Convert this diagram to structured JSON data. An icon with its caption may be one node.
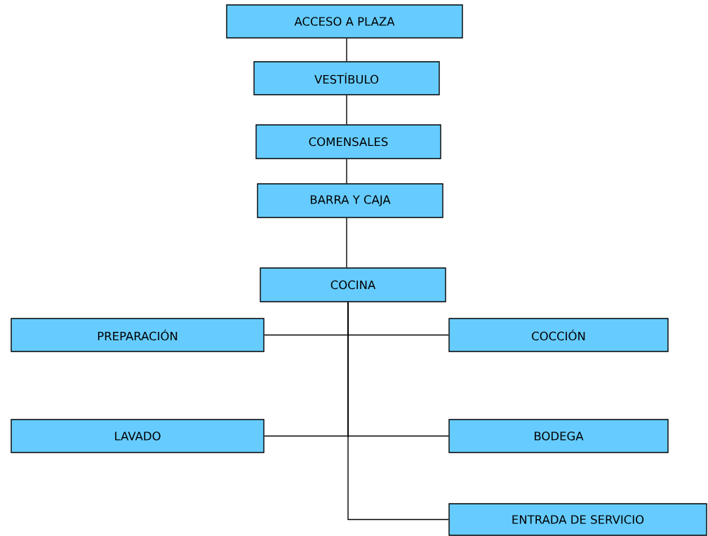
{
  "diagram": {
    "nodes": [
      {
        "text": [
          "ACCESO A PLAZA"
        ]
      },
      {
        "text": [
          "VESTÍBULO"
        ]
      },
      {
        "text": [
          "COMENSALES"
        ]
      },
      {
        "text": [
          "BARRA Y CAJA"
        ]
      },
      {
        "text": [
          "COCINA"
        ]
      },
      {
        "text": [
          "PREPARACIÓN"
        ]
      },
      {
        "text": [
          "COCCIÓN"
        ]
      },
      {
        "text": [
          "LAVADO"
        ]
      },
      {
        "text": [
          "BODEGA"
        ]
      },
      {
        "text": [
          "ENTRADA DE SERVICIO"
        ]
      }
    ],
    "edges": [
      {
        "from": 0,
        "to": 1,
        "arrow": "none"
      },
      {
        "from": 1,
        "to": 2,
        "arrow": "none"
      },
      {
        "from": 2,
        "to": 3,
        "arrow": "none"
      },
      {
        "from": 3,
        "to": 4,
        "arrow": "none"
      },
      {
        "from": 4,
        "to": 5,
        "arrow": "none"
      },
      {
        "from": 4,
        "to": 6,
        "arrow": "none"
      },
      {
        "from": 4,
        "to": 7,
        "arrow": "none"
      },
      {
        "from": 4,
        "to": 8,
        "arrow": "none"
      },
      {
        "from": 4,
        "to": 9,
        "arrow": "none"
      }
    ]
  }
}
